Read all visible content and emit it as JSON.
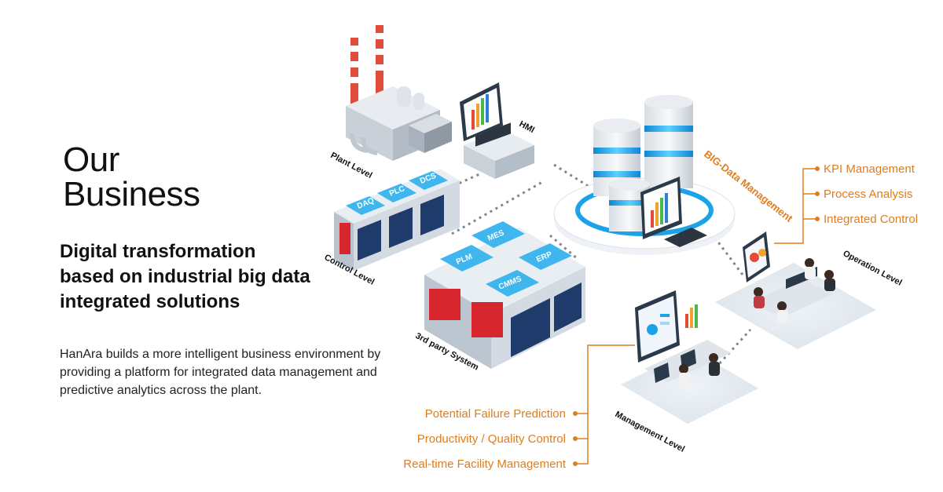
{
  "heading": {
    "line1": "Our",
    "line2": "Business"
  },
  "subtitle": "Digital transformation based on industrial big data integrated solutions",
  "description": "HanAra builds a more intelligent business environment by providing a platform for integrated data management and predictive analytics across the plant.",
  "levels": {
    "plant": "Plant Level",
    "control": "Control Level",
    "third_party": "3rd party System",
    "big_data": "BIG-Data Management",
    "operation": "Operation Level",
    "management": "Management Level",
    "hmi": "HMI"
  },
  "control_modules": [
    "DAQ",
    "PLC",
    "DCS"
  ],
  "third_party_modules": [
    "MES",
    "PLM",
    "ERP",
    "CMMS"
  ],
  "operation_features": [
    "KPI Management",
    "Process Analysis",
    "Integrated Control"
  ],
  "management_features": [
    "Potential Failure Prediction",
    "Productivity / Quality Control",
    "Real-time Facility Management"
  ],
  "colors": {
    "accent": "#e07d1d",
    "chip_blue": "#3fb6ee",
    "server_blue": "#1aa3e8",
    "grey": "#cfd6de"
  }
}
